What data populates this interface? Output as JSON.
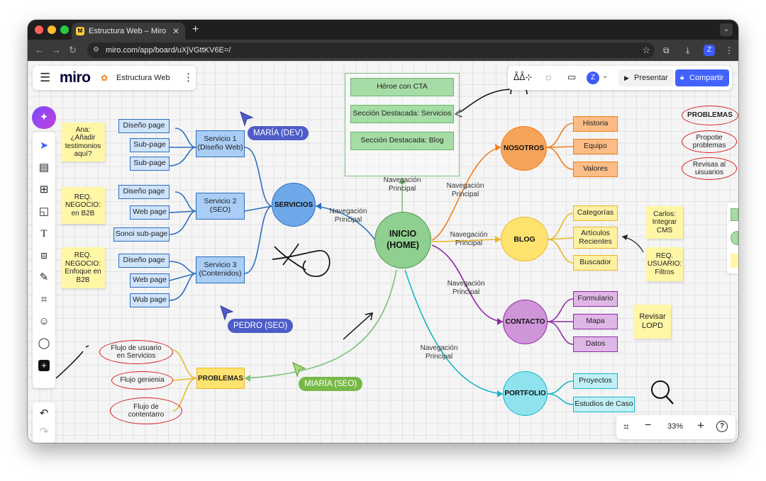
{
  "browser": {
    "tab_title": "Estructura Web – Miro",
    "url": "miro.com/app/board/uXjVGttKV6E=/"
  },
  "miro": {
    "logo": "miro",
    "board_name": "Estructura Web",
    "present_label": "Presentar",
    "share_label": "Compartir",
    "zoom_label": "33%"
  },
  "colors": {
    "primary_blue": "#4262ff",
    "green": "#8fcf8f",
    "orange": "#f6a45a",
    "yellow": "#ffe36e",
    "purple": "#cf95d8",
    "cyan": "#8fe3ee",
    "sticky": "#fff6a6",
    "red_ink": "#d81e1e"
  },
  "mindmap": {
    "center": "INICIO\n(HOME)",
    "home_sections": [
      "Héroe con CTA",
      "Sección Destacada: Servicios",
      "Sección Destacada: Blog"
    ],
    "edge_labels": {
      "top": "Navegación\nPrincipal",
      "nosotros": "Navegación\nPrincipal",
      "blog": "Navegación\nPrincipal",
      "contacto": "Navegación\nPrincipal",
      "portfolio": "Navegación\nPrincipal",
      "servicios": "Navegación\nPrincipal"
    },
    "servicios": {
      "label": "SERVICIOS",
      "children": [
        {
          "label": "Servicio 1\n(Diseño Web)",
          "pages": [
            "Diseño page",
            "Sub-page",
            "Sub-page"
          ]
        },
        {
          "label": "Servicio 2\n(SEO)",
          "pages": [
            "Diseño page",
            "Web page",
            "Sonoi sub-page"
          ]
        },
        {
          "label": "Servicio 3\n(Contenidos)",
          "pages": [
            "Diseño page",
            "Web page",
            "Wub page"
          ]
        }
      ]
    },
    "nosotros": {
      "label": "NOSOTROS",
      "children": [
        "Historia",
        "Equipo",
        "Valores"
      ]
    },
    "blog": {
      "label": "BLOG",
      "children": [
        "Categorías",
        "Artículos\nRecientes",
        "Buscador"
      ]
    },
    "contacto": {
      "label": "CONTACTO",
      "children": [
        "Formulario",
        "Mapa",
        "Datos"
      ]
    },
    "portfolio": {
      "label": "PORTFOLIO",
      "children": [
        "Proyectos",
        "Estudios de Caso"
      ]
    },
    "problemas": {
      "label": "PROBLEMAS",
      "children": [
        "Flujo de usuario\nen Servicios",
        "Flujo genienia",
        "Flujo de\ncontentarro"
      ]
    }
  },
  "stickies": [
    "Ana:\n¿Añadir\ntestimonios\naquí?",
    "REQ.\nNEGOCIO:\nen B2B",
    "REQ.\nNEGOCIO:\nEnfoque en\nB2B",
    "Carlos:\nIntegrar\nCMS",
    "REQ.\nUSUARIO:\nFiltros",
    "Revisar\nLOPD"
  ],
  "problemas_list": [
    "PROBLEMAS",
    "Propotie\nproblemas",
    "Revisas al\nuisuarios"
  ],
  "cursors": [
    {
      "name": "MARÍA (DEV)",
      "color": "#4e5cc9"
    },
    {
      "name": "PEDRO (SEO)",
      "color": "#4e5cc9"
    },
    {
      "name": "MIARÍA (SEO)",
      "color": "#76b947"
    }
  ],
  "toolbar_icons": [
    "ai-icon",
    "select-icon",
    "text-frame-icon",
    "table-icon",
    "sticky-note-icon",
    "text-icon",
    "shapes-icon",
    "pen-icon",
    "frame-icon",
    "emoji-icon",
    "comment-icon",
    "add-icon",
    "undo-icon",
    "redo-icon"
  ]
}
